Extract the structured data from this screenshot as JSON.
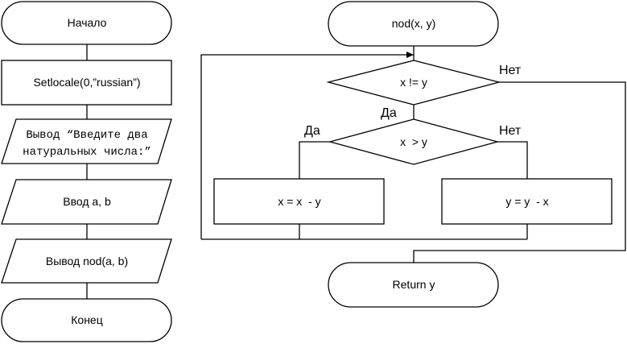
{
  "main_flow": {
    "start": "Начало",
    "setlocale": "Setlocale(0,”russian”)",
    "prompt_line1": "Вывод “Введите два",
    "prompt_line2": "натуральных числа:”",
    "input": "Ввод a, b",
    "output": "Вывод nod(a, b)",
    "end": "Конец"
  },
  "function_flow": {
    "header": "nod(x, y)",
    "loop_condition": "x != y",
    "compare_condition": "x  > y",
    "branch_yes": "x = x  - y",
    "branch_no": "y = y  - x",
    "return": "Return y"
  },
  "edge_labels": {
    "loop_yes": "Да",
    "loop_no": "Нет",
    "compare_yes": "Да",
    "compare_no": "Нет"
  }
}
